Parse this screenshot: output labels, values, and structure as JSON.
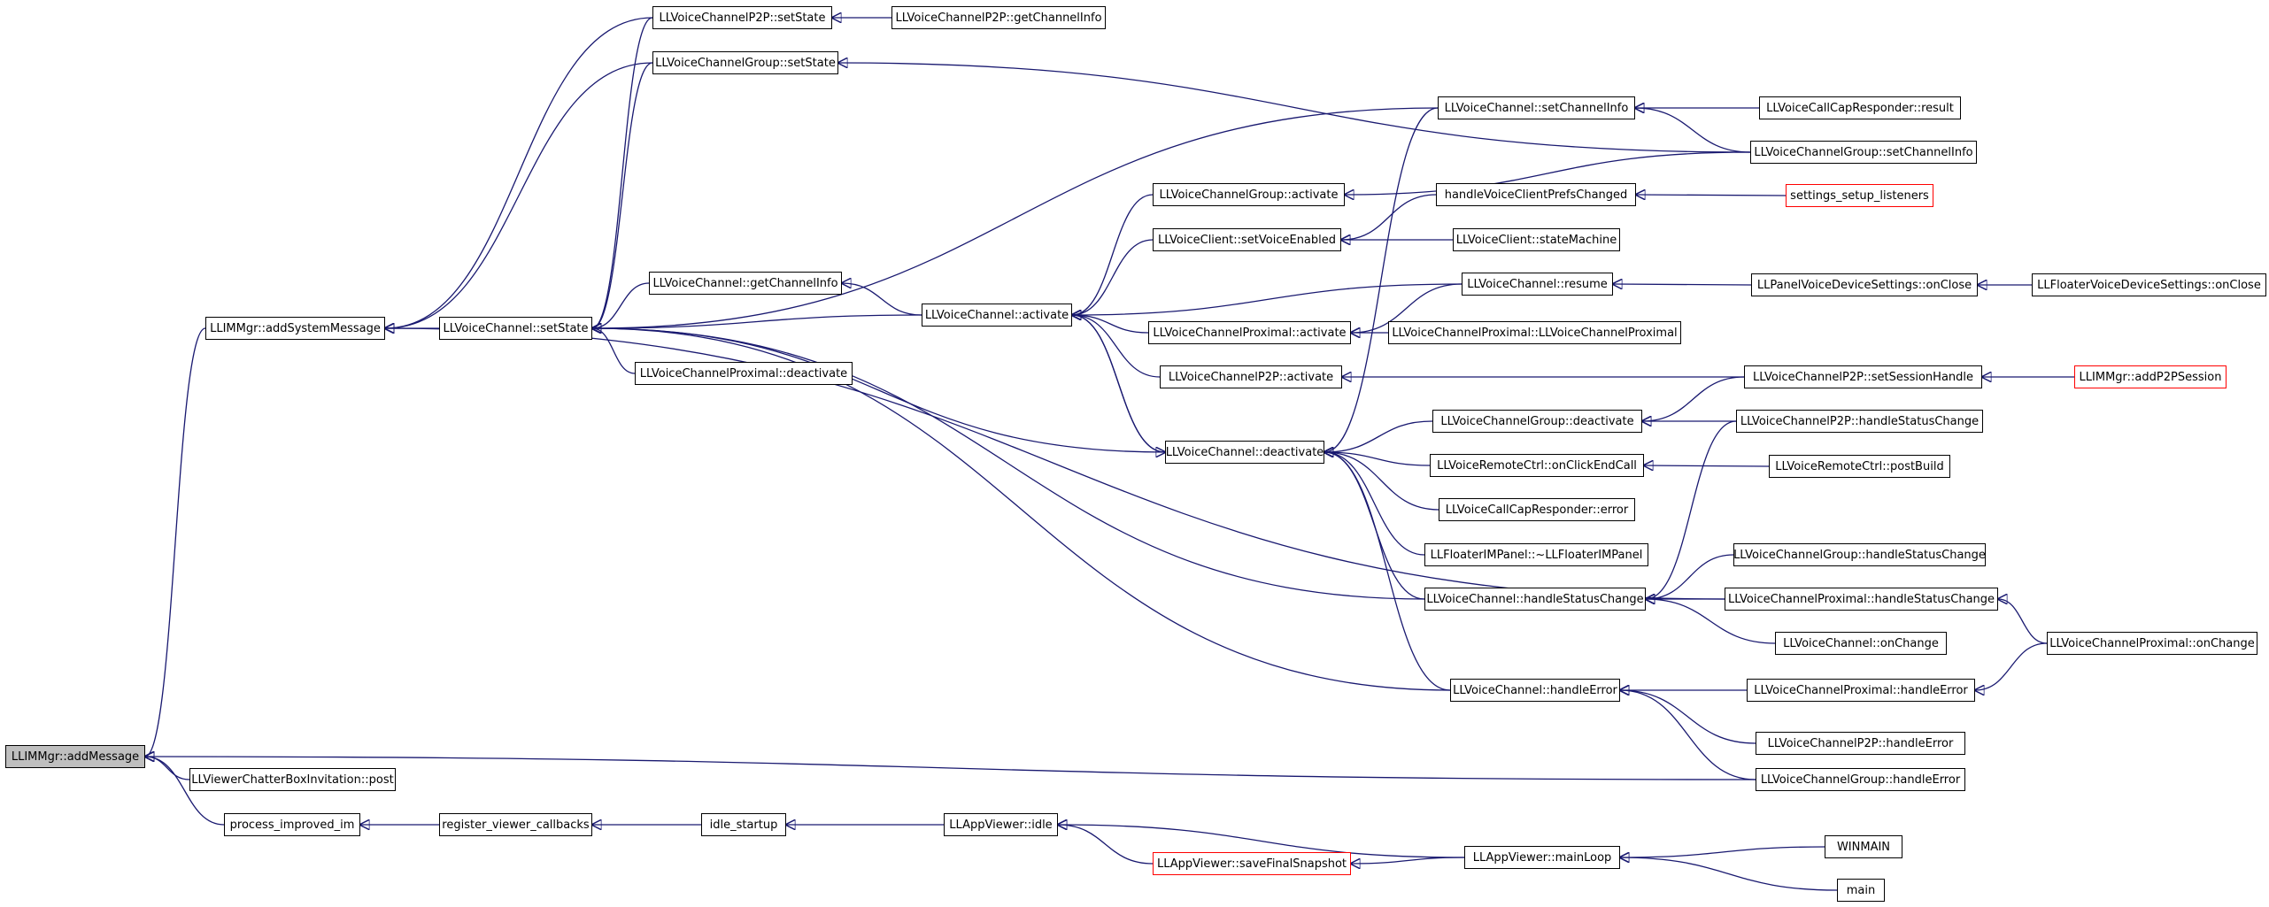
{
  "nodes": [
    {
      "id": "addMessage",
      "label": "LLIMMgr::addMessage",
      "root": true
    },
    {
      "id": "addSystemMessage",
      "label": "LLIMMgr::addSystemMessage"
    },
    {
      "id": "chatterPost",
      "label": "LLViewerChatterBoxInvitation::post"
    },
    {
      "id": "processIm",
      "label": "process_improved_im"
    },
    {
      "id": "vcSetState",
      "label": "LLVoiceChannel::setState"
    },
    {
      "id": "p2pSetState",
      "label": "LLVoiceChannelP2P::setState"
    },
    {
      "id": "grpSetState",
      "label": "LLVoiceChannelGroup::setState"
    },
    {
      "id": "vcGetChannelInfo",
      "label": "LLVoiceChannel::getChannelInfo"
    },
    {
      "id": "proxDeactivate",
      "label": "LLVoiceChannelProximal::deactivate"
    },
    {
      "id": "regCallbacks",
      "label": "register_viewer_callbacks"
    },
    {
      "id": "p2pGetChannelInfo",
      "label": "LLVoiceChannelP2P::getChannelInfo"
    },
    {
      "id": "vcActivate",
      "label": "LLVoiceChannel::activate"
    },
    {
      "id": "idleStartup",
      "label": "idle_startup"
    },
    {
      "id": "appIdle",
      "label": "LLAppViewer::idle"
    },
    {
      "id": "grpActivate",
      "label": "LLVoiceChannelGroup::activate"
    },
    {
      "id": "setVoiceEnabled",
      "label": "LLVoiceClient::setVoiceEnabled"
    },
    {
      "id": "proxActivate",
      "label": "LLVoiceChannelProximal::activate"
    },
    {
      "id": "p2pActivate",
      "label": "LLVoiceChannelP2P::activate"
    },
    {
      "id": "vcDeactivate",
      "label": "LLVoiceChannel::deactivate"
    },
    {
      "id": "saveSnapshot",
      "label": "LLAppViewer::saveFinalSnapshot",
      "truncated": true
    },
    {
      "id": "vcSetChannelInfo",
      "label": "LLVoiceChannel::setChannelInfo"
    },
    {
      "id": "prefsChanged",
      "label": "handleVoiceClientPrefsChanged"
    },
    {
      "id": "stateMachine",
      "label": "LLVoiceClient::stateMachine"
    },
    {
      "id": "vcResume",
      "label": "LLVoiceChannel::resume"
    },
    {
      "id": "proxCtor",
      "label": "LLVoiceChannelProximal::LLVoiceChannelProximal"
    },
    {
      "id": "grpDeactivate",
      "label": "LLVoiceChannelGroup::deactivate"
    },
    {
      "id": "onClickEndCall",
      "label": "LLVoiceRemoteCtrl::onClickEndCall"
    },
    {
      "id": "capError",
      "label": "LLVoiceCallCapResponder::error"
    },
    {
      "id": "imPanelDtor",
      "label": "LLFloaterIMPanel::~LLFloaterIMPanel"
    },
    {
      "id": "vcHandleStatus",
      "label": "LLVoiceChannel::handleStatusChange"
    },
    {
      "id": "vcHandleError",
      "label": "LLVoiceChannel::handleError"
    },
    {
      "id": "mainLoop",
      "label": "LLAppViewer::mainLoop"
    },
    {
      "id": "capResult",
      "label": "LLVoiceCallCapResponder::result"
    },
    {
      "id": "grpSetChannelInfo",
      "label": "LLVoiceChannelGroup::setChannelInfo"
    },
    {
      "id": "setupListeners",
      "label": "settings_setup_listeners",
      "truncated": true
    },
    {
      "id": "panelOnClose",
      "label": "LLPanelVoiceDeviceSettings::onClose"
    },
    {
      "id": "p2pSetSession",
      "label": "LLVoiceChannelP2P::setSessionHandle"
    },
    {
      "id": "p2pHandleStatus",
      "label": "LLVoiceChannelP2P::handleStatusChange"
    },
    {
      "id": "postBuild",
      "label": "LLVoiceRemoteCtrl::postBuild"
    },
    {
      "id": "grpHandleStatus",
      "label": "LLVoiceChannelGroup::handleStatusChange"
    },
    {
      "id": "proxHandleStatus",
      "label": "LLVoiceChannelProximal::handleStatusChange"
    },
    {
      "id": "vcOnChange",
      "label": "LLVoiceChannel::onChange"
    },
    {
      "id": "proxHandleError",
      "label": "LLVoiceChannelProximal::handleError"
    },
    {
      "id": "p2pHandleError",
      "label": "LLVoiceChannelP2P::handleError"
    },
    {
      "id": "grpHandleError",
      "label": "LLVoiceChannelGroup::handleError"
    },
    {
      "id": "winMain",
      "label": "WINMAIN"
    },
    {
      "id": "main",
      "label": "main"
    },
    {
      "id": "floaterOnClose",
      "label": "LLFloaterVoiceDeviceSettings::onClose"
    },
    {
      "id": "addP2PSession",
      "label": "LLIMMgr::addP2PSession",
      "truncated": true
    },
    {
      "id": "proxOnChange",
      "label": "LLVoiceChannelProximal::onChange"
    }
  ],
  "edges": [
    [
      "addSystemMessage",
      "addMessage"
    ],
    [
      "chatterPost",
      "addMessage"
    ],
    [
      "processIm",
      "addMessage"
    ],
    [
      "grpHandleError",
      "addMessage"
    ],
    [
      "vcSetState",
      "addSystemMessage"
    ],
    [
      "p2pSetState",
      "addSystemMessage"
    ],
    [
      "grpSetState",
      "addSystemMessage"
    ],
    [
      "proxHandleStatus",
      "addSystemMessage"
    ],
    [
      "regCallbacks",
      "processIm"
    ],
    [
      "idleStartup",
      "regCallbacks"
    ],
    [
      "appIdle",
      "idleStartup"
    ],
    [
      "mainLoop",
      "appIdle"
    ],
    [
      "saveSnapshot",
      "appIdle"
    ],
    [
      "mainLoop",
      "saveSnapshot"
    ],
    [
      "winMain",
      "mainLoop"
    ],
    [
      "main",
      "mainLoop"
    ],
    [
      "p2pGetChannelInfo",
      "p2pSetState"
    ],
    [
      "grpSetChannelInfo",
      "grpSetState"
    ],
    [
      "p2pSetState",
      "vcSetState"
    ],
    [
      "grpSetState",
      "vcSetState"
    ],
    [
      "vcGetChannelInfo",
      "vcSetState"
    ],
    [
      "proxDeactivate",
      "vcSetState"
    ],
    [
      "vcActivate",
      "vcSetState"
    ],
    [
      "vcDeactivate",
      "vcSetState"
    ],
    [
      "vcSetChannelInfo",
      "vcSetState"
    ],
    [
      "vcHandleStatus",
      "vcSetState"
    ],
    [
      "vcHandleError",
      "vcSetState"
    ],
    [
      "vcActivate",
      "vcGetChannelInfo"
    ],
    [
      "grpActivate",
      "vcActivate"
    ],
    [
      "setVoiceEnabled",
      "vcActivate"
    ],
    [
      "proxActivate",
      "vcActivate"
    ],
    [
      "p2pActivate",
      "vcActivate"
    ],
    [
      "vcDeactivate",
      "vcActivate"
    ],
    [
      "vcResume",
      "vcActivate"
    ],
    [
      "vcActivate",
      "vcDeactivate"
    ],
    [
      "grpDeactivate",
      "vcDeactivate"
    ],
    [
      "onClickEndCall",
      "vcDeactivate"
    ],
    [
      "capError",
      "vcDeactivate"
    ],
    [
      "imPanelDtor",
      "vcDeactivate"
    ],
    [
      "vcHandleStatus",
      "vcDeactivate"
    ],
    [
      "vcHandleError",
      "vcDeactivate"
    ],
    [
      "vcSetChannelInfo",
      "vcDeactivate"
    ],
    [
      "grpSetChannelInfo",
      "vcSetChannelInfo"
    ],
    [
      "capResult",
      "vcSetChannelInfo"
    ],
    [
      "grpSetChannelInfo",
      "grpActivate"
    ],
    [
      "prefsChanged",
      "setVoiceEnabled"
    ],
    [
      "stateMachine",
      "setVoiceEnabled"
    ],
    [
      "setupListeners",
      "prefsChanged"
    ],
    [
      "proxCtor",
      "proxActivate"
    ],
    [
      "vcResume",
      "proxActivate"
    ],
    [
      "panelOnClose",
      "vcResume"
    ],
    [
      "floaterOnClose",
      "panelOnClose"
    ],
    [
      "p2pSetSession",
      "p2pActivate"
    ],
    [
      "addP2PSession",
      "p2pSetSession"
    ],
    [
      "p2pSetSession",
      "grpDeactivate"
    ],
    [
      "p2pHandleStatus",
      "grpDeactivate"
    ],
    [
      "postBuild",
      "onClickEndCall"
    ],
    [
      "grpHandleStatus",
      "vcHandleStatus"
    ],
    [
      "proxHandleStatus",
      "vcHandleStatus"
    ],
    [
      "p2pHandleStatus",
      "vcHandleStatus"
    ],
    [
      "vcOnChange",
      "vcHandleStatus"
    ],
    [
      "proxOnChange",
      "proxHandleStatus"
    ],
    [
      "proxHandleError",
      "vcHandleError"
    ],
    [
      "p2pHandleError",
      "vcHandleError"
    ],
    [
      "grpHandleError",
      "vcHandleError"
    ],
    [
      "proxOnChange",
      "proxHandleError"
    ]
  ]
}
